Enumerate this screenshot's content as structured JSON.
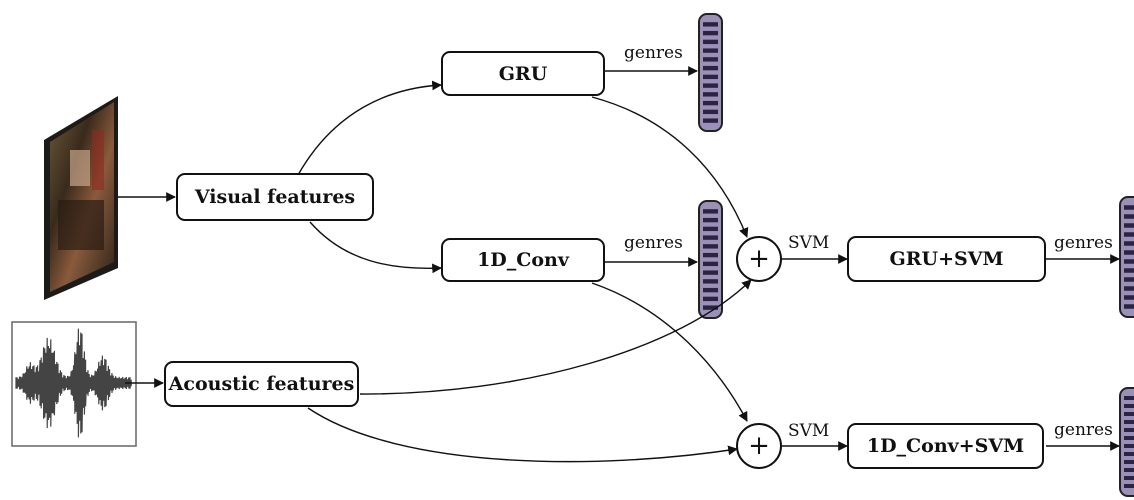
{
  "boxes": {
    "visual": "Visual features",
    "acoustic": "Acoustic features",
    "gru": "GRU",
    "conv": "1D_Conv",
    "gru_svm": "GRU+SVM",
    "conv_svm": "1D_Conv+SVM"
  },
  "edges": {
    "genres_gru": "genres",
    "genres_conv": "genres",
    "genres_gru_svm": "genres",
    "genres_conv_svm": "genres",
    "svm_top": "SVM",
    "svm_bottom": "SVM"
  },
  "combiners": {
    "top": "+",
    "bottom": "+"
  },
  "icons": {
    "video": "video-frame-thumbnail",
    "audio": "audio-waveform",
    "genre_vector": "genre-probability-vector"
  }
}
